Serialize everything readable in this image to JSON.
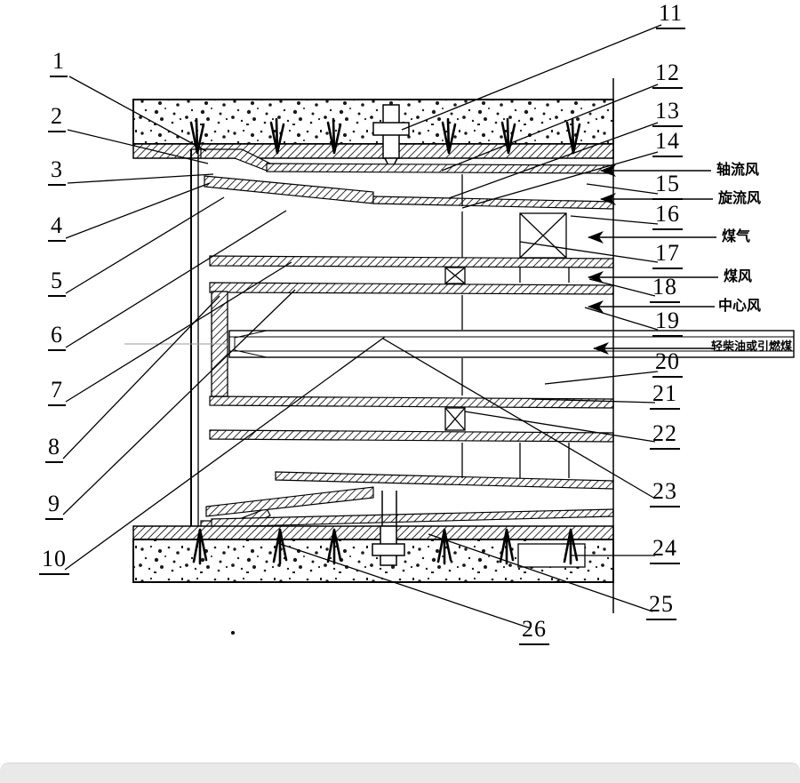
{
  "page": {
    "background": "#ffffff",
    "footer_bar_color": "#e9e9e9"
  },
  "diagram": {
    "kind": "patent-style burner cross-section technical drawing",
    "callouts": [
      "1",
      "2",
      "3",
      "4",
      "5",
      "6",
      "7",
      "8",
      "9",
      "10",
      "11",
      "12",
      "13",
      "14",
      "15",
      "16",
      "17",
      "18",
      "19",
      "20",
      "21",
      "22",
      "23",
      "24",
      "25",
      "26"
    ],
    "flow_labels": [
      "轴流风",
      "旋流风",
      "煤气",
      "煤风",
      "中心风",
      "轻柴油或引燃煤"
    ],
    "colors": {
      "line": "#000000",
      "centerline": "#9a9a9a",
      "stipple_dot": "#1a1a1a"
    }
  }
}
